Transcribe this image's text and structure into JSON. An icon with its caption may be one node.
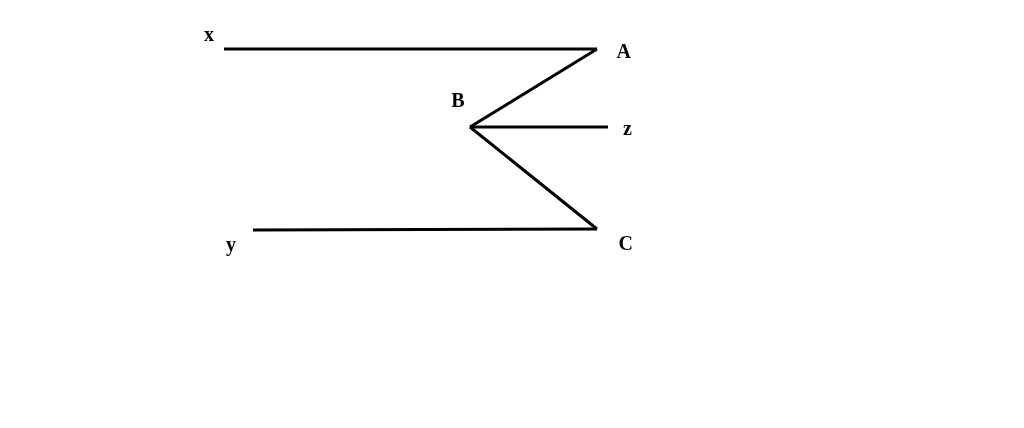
{
  "diagram": {
    "nodes": [
      {
        "text": [
          "x"
        ]
      },
      {
        "text": [
          "A"
        ]
      },
      {
        "text": [
          "B"
        ]
      },
      {
        "text": [
          "z"
        ]
      },
      {
        "text": [
          "C"
        ]
      },
      {
        "text": [
          "y"
        ]
      }
    ],
    "edges": [
      {
        "from": 0,
        "to": 1,
        "arrow": "none"
      },
      {
        "from": 1,
        "to": 2,
        "arrow": "none"
      },
      {
        "from": 2,
        "to": 3,
        "arrow": "none"
      },
      {
        "from": 2,
        "to": 4,
        "arrow": "none"
      },
      {
        "from": 4,
        "to": 5,
        "arrow": "none"
      }
    ]
  }
}
